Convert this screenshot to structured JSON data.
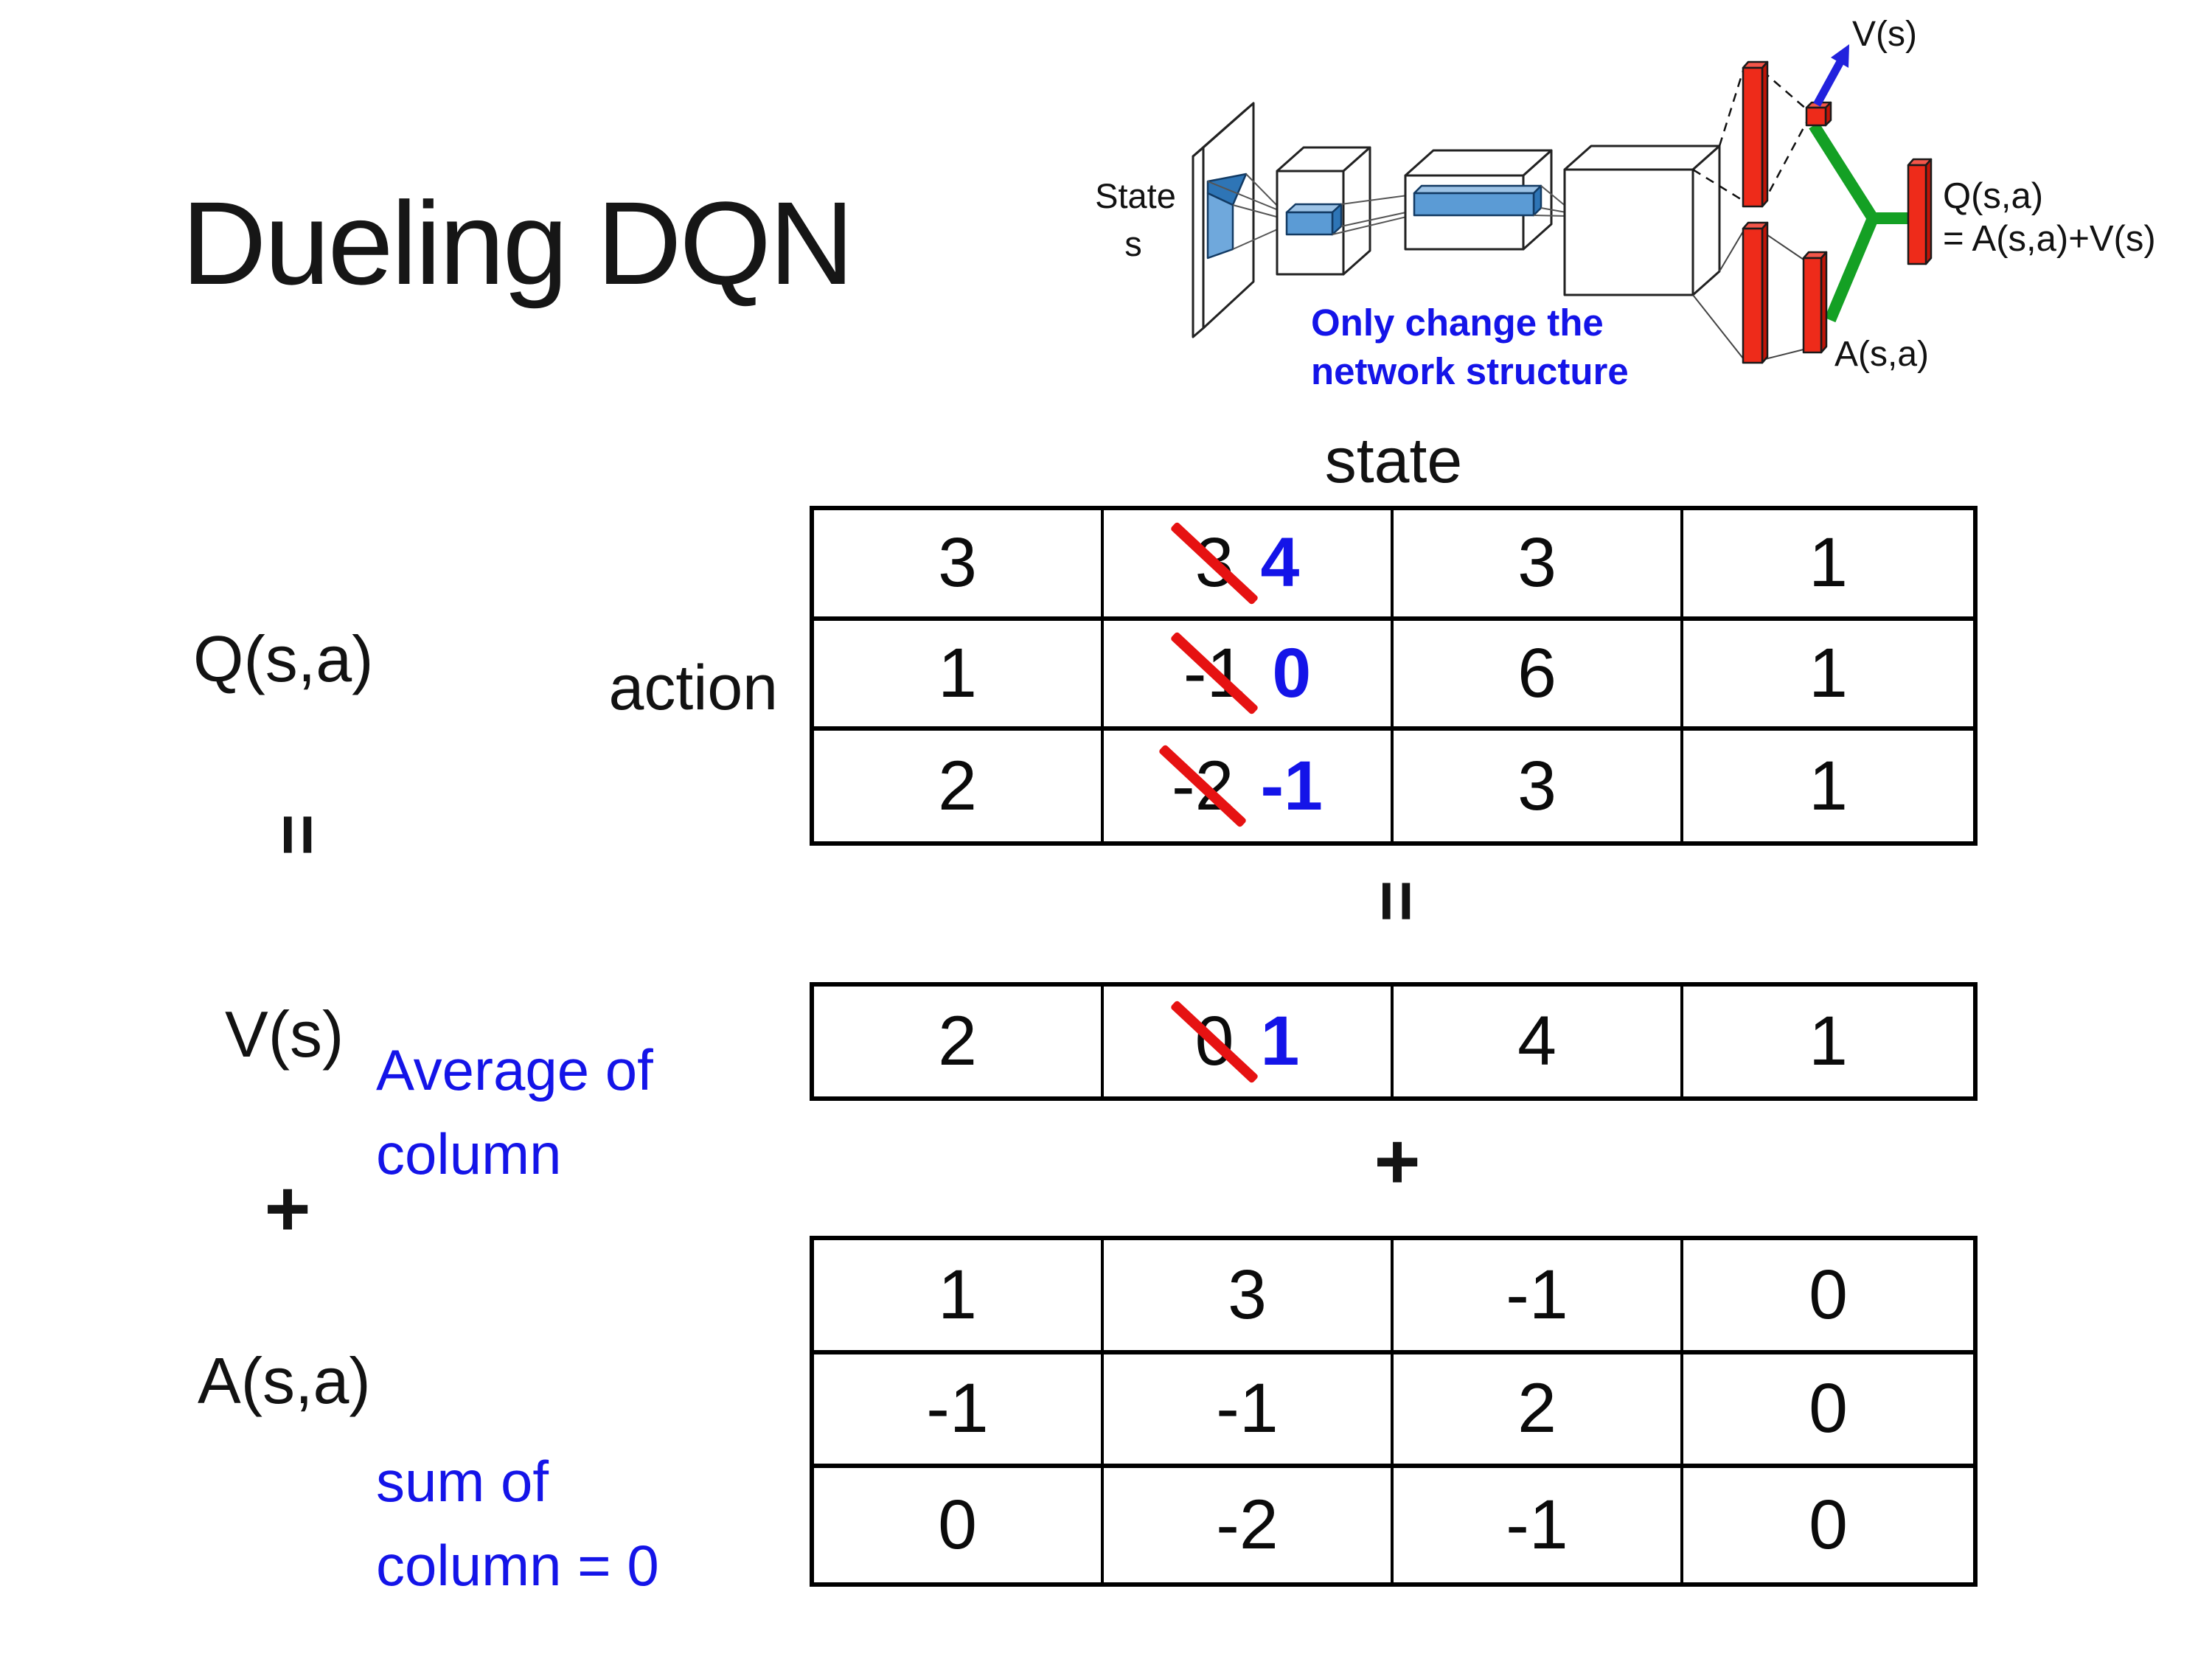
{
  "title": "Dueling DQN",
  "colors": {
    "accent_blue": "#1414e8",
    "strike_red": "#e61212",
    "bar_red": "#ee2b1a",
    "net_green": "#14a024",
    "arrow_blue": "#2222dd",
    "feature_blue": "#5b9bd5"
  },
  "network_diagram": {
    "state_label_line1": "State",
    "state_label_line2": "s",
    "note_line1": "Only change the",
    "note_line2": "network structure",
    "v_output_label": "V(s)",
    "a_output_label": "A(s,a)",
    "q_output_line1": "Q(s,a)",
    "q_output_line2": "= A(s,a)+V(s)"
  },
  "equation": {
    "q_label": "Q(s,a)",
    "equals_left": "=",
    "v_label": "V(s)",
    "plus_left": "+",
    "a_label": "A(s,a)",
    "equals_under_q": "=",
    "plus_under_v": "+",
    "state_header": "state",
    "action_header": "action",
    "avg_note_line1": "Average of",
    "avg_note_line2": "column",
    "sum_note_line1": "sum of",
    "sum_note_line2": "column = 0"
  },
  "matrices": {
    "q": {
      "rows": [
        [
          "3",
          {
            "old": "3",
            "new": "4"
          },
          "3",
          "1"
        ],
        [
          "1",
          {
            "old": "-1",
            "new": "0"
          },
          "6",
          "1"
        ],
        [
          "2",
          {
            "old": "-2",
            "new": "-1"
          },
          "3",
          "1"
        ]
      ]
    },
    "v": {
      "rows": [
        [
          "2",
          {
            "old": "0",
            "new": "1"
          },
          "4",
          "1"
        ]
      ]
    },
    "a": {
      "rows": [
        [
          "1",
          "3",
          "-1",
          "0"
        ],
        [
          "-1",
          "-1",
          "2",
          "0"
        ],
        [
          "0",
          "-2",
          "-1",
          "0"
        ]
      ]
    }
  }
}
